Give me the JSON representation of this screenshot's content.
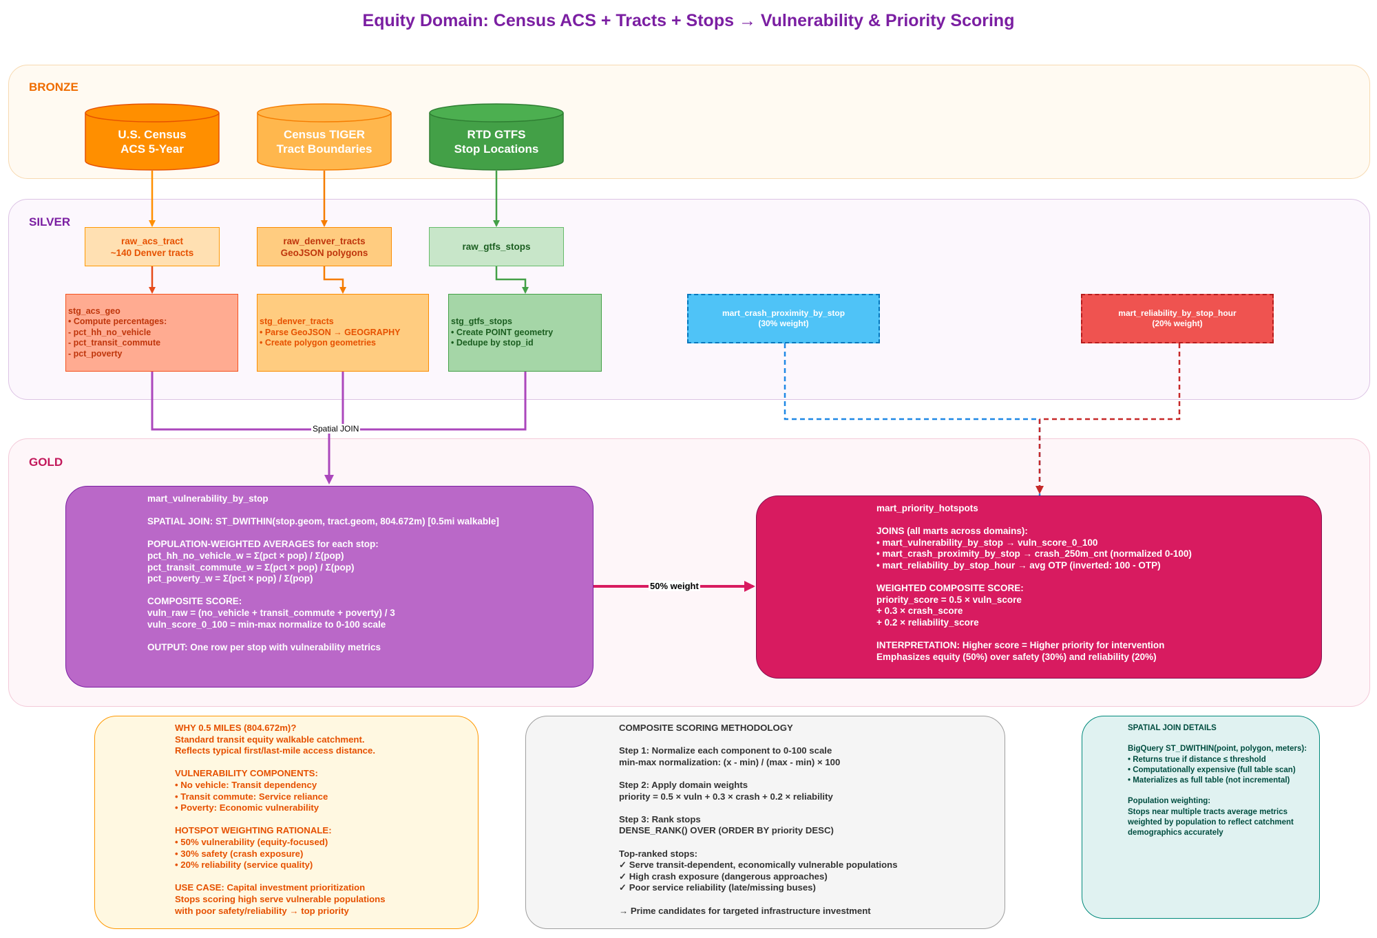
{
  "title": "Equity Domain: Census ACS + Tracts + Stops → Vulnerability & Priority Scoring",
  "layers": {
    "bronze": "BRONZE",
    "silver": "SILVER",
    "gold": "GOLD"
  },
  "sources": [
    {
      "line1": "U.S. Census",
      "line2": "ACS 5-Year",
      "color": "#ff8f00"
    },
    {
      "line1": "Census TIGER",
      "line2": "Tract Boundaries",
      "color": "#ffb74d"
    },
    {
      "line1": "RTD GTFS",
      "line2": "Stop Locations",
      "color": "#43a047"
    }
  ],
  "raw": [
    {
      "line1": "raw_acs_tract",
      "line2": "~140 Denver tracts"
    },
    {
      "line1": "raw_denver_tracts",
      "line2": "GeoJSON polygons"
    },
    {
      "line1": "raw_gtfs_stops",
      "line2": ""
    }
  ],
  "stg": [
    {
      "lines": [
        "stg_acs_geo",
        "• Compute percentages:",
        "- pct_hh_no_vehicle",
        "- pct_transit_commute",
        "- pct_poverty"
      ]
    },
    {
      "lines": [
        "stg_denver_tracts",
        "• Parse GeoJSON → GEOGRAPHY",
        "• Create polygon geometries"
      ]
    },
    {
      "lines": [
        "stg_gtfs_stops",
        "• Create POINT geometry",
        "• Dedupe by stop_id"
      ]
    }
  ],
  "external_marts": [
    {
      "line1": "mart_crash_proximity_by_stop",
      "line2": "(30% weight)"
    },
    {
      "line1": "mart_reliability_by_stop_hour",
      "line2": "(20% weight)"
    }
  ],
  "edges": {
    "spatial_join": "Spatial JOIN",
    "weight_50": "50% weight"
  },
  "vulnerability": {
    "lines": [
      "mart_vulnerability_by_stop",
      "",
      "SPATIAL JOIN: ST_DWITHIN(stop.geom, tract.geom, 804.672m) [0.5mi walkable]",
      "",
      "POPULATION-WEIGHTED AVERAGES for each stop:",
      "pct_hh_no_vehicle_w = Σ(pct × pop) / Σ(pop)",
      "pct_transit_commute_w = Σ(pct × pop) / Σ(pop)",
      "pct_poverty_w = Σ(pct × pop) / Σ(pop)",
      "",
      "COMPOSITE SCORE:",
      "vuln_raw = (no_vehicle + transit_commute + poverty) / 3",
      "vuln_score_0_100 = min-max normalize to 0-100 scale",
      "",
      "OUTPUT: One row per stop with vulnerability metrics"
    ]
  },
  "hotspots": {
    "lines": [
      "mart_priority_hotspots",
      "",
      "JOINS (all marts across domains):",
      "• mart_vulnerability_by_stop → vuln_score_0_100",
      "• mart_crash_proximity_by_stop → crash_250m_cnt (normalized 0-100)",
      "• mart_reliability_by_stop_hour → avg OTP (inverted: 100 - OTP)",
      "",
      "WEIGHTED COMPOSITE SCORE:",
      "priority_score = 0.5 × vuln_score",
      "+ 0.3 × crash_score",
      "+ 0.2 × reliability_score",
      "",
      "INTERPRETATION: Higher score = Higher priority for intervention",
      "Emphasizes equity (50%) over safety (30%) and reliability (20%)"
    ]
  },
  "notes": {
    "why": {
      "lines": [
        "WHY 0.5 MILES (804.672m)?",
        "Standard transit equity walkable catchment.",
        "Reflects typical first/last-mile access distance.",
        "",
        "VULNERABILITY COMPONENTS:",
        "• No vehicle: Transit dependency",
        "• Transit commute: Service reliance",
        "• Poverty: Economic vulnerability",
        "",
        "HOTSPOT WEIGHTING RATIONALE:",
        "• 50% vulnerability (equity-focused)",
        "• 30% safety (crash exposure)",
        "• 20% reliability (service quality)",
        "",
        "USE CASE: Capital investment prioritization",
        "Stops scoring high serve vulnerable populations",
        "with poor safety/reliability → top priority"
      ]
    },
    "methodology": {
      "lines": [
        "COMPOSITE SCORING METHODOLOGY",
        "",
        "Step 1: Normalize each component to 0-100 scale",
        "min-max normalization: (x - min) / (max - min) × 100",
        "",
        "Step 2: Apply domain weights",
        "priority = 0.5 × vuln + 0.3 × crash + 0.2 × reliability",
        "",
        "Step 3: Rank stops",
        "DENSE_RANK() OVER (ORDER BY priority DESC)",
        "",
        "Top-ranked stops:",
        "✓ Serve transit-dependent, economically vulnerable populations",
        "✓ High crash exposure (dangerous approaches)",
        "✓ Poor service reliability (late/missing buses)",
        "",
        "→ Prime candidates for targeted infrastructure investment"
      ]
    },
    "spatial": {
      "lines": [
        "SPATIAL JOIN DETAILS",
        "",
        "BigQuery ST_DWITHIN(point, polygon, meters):",
        "• Returns true if distance ≤ threshold",
        "• Computationally expensive (full table scan)",
        "• Materializes as full table (not incremental)",
        "",
        "Population weighting:",
        "Stops near multiple tracts average metrics",
        "weighted by population to reflect catchment",
        "demographics accurately"
      ]
    }
  },
  "colors": {
    "title": "#7b1fa2",
    "bronze_label": "#ef6c00",
    "silver_label": "#7b1fa2",
    "gold_label": "#c2185b",
    "vulnerability_fill": "#ba68c8",
    "hotspots_fill": "#d81b60",
    "crash_fill": "#4fc3f7",
    "reliability_fill": "#ef5350"
  }
}
